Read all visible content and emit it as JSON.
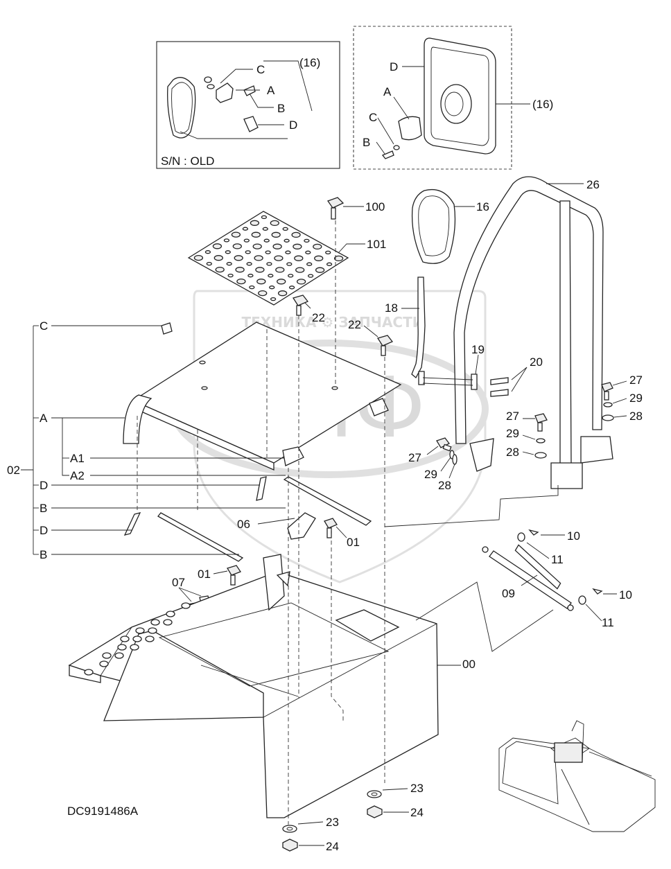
{
  "inset_old": {
    "sn_label": "S/N : OLD",
    "ref_16": "(16)",
    "letters": [
      "C",
      "A",
      "B",
      "D"
    ]
  },
  "inset_new": {
    "ref_16": "(16)",
    "letters": [
      "D",
      "A",
      "C",
      "B"
    ]
  },
  "group_02": {
    "label": "02",
    "branches": [
      "C",
      "A",
      "A1",
      "A2",
      "D",
      "B",
      "D",
      "B"
    ]
  },
  "callouts": {
    "p100": "100",
    "p101": "101",
    "p16": "16",
    "p18": "18",
    "p26": "26",
    "p22a": "22",
    "p22b": "22",
    "p19": "19",
    "p20": "20",
    "p27a": "27",
    "p29a": "29",
    "p28a": "28",
    "p27b": "27",
    "p29b": "29",
    "p28b": "28",
    "p27c": "27",
    "p29c": "29",
    "p28c": "28",
    "p06": "06",
    "p01a": "01",
    "p01b": "01",
    "p07": "07",
    "p10a": "10",
    "p11a": "11",
    "p09": "09",
    "p10b": "10",
    "p11b": "11",
    "p00": "00",
    "p23a": "23",
    "p24a": "24",
    "p23b": "23",
    "p24b": "24"
  },
  "drawing_number": "DC9191486A",
  "watermark": {
    "text": "ТЕХНИКА ⚙ ЗАПЧАСТИ",
    "logo": "ЭЛФ"
  }
}
